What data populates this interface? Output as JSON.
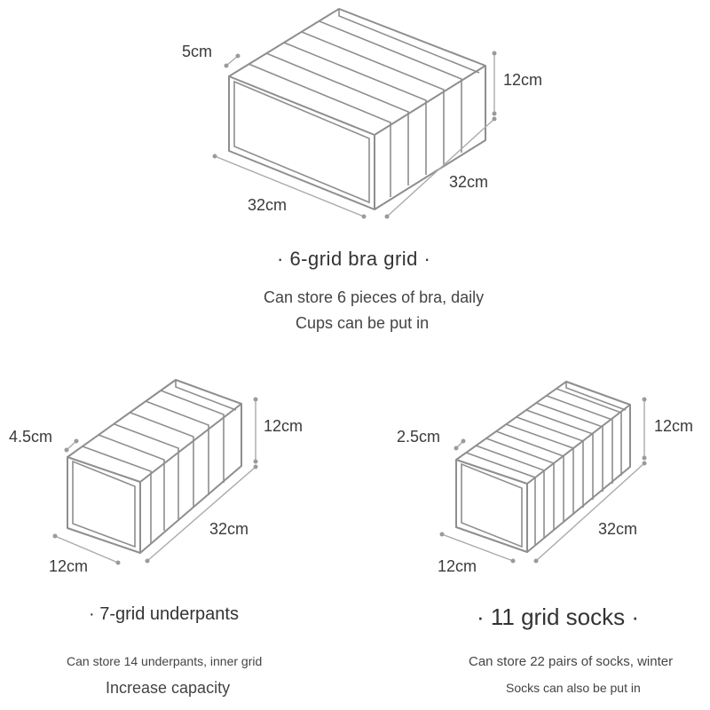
{
  "top": {
    "dim_divider": "5cm",
    "dim_height": "12cm",
    "dim_depth": "32cm",
    "dim_width": "32cm",
    "title": "· 6-grid bra grid ·",
    "desc_line1": "Can store 6 pieces of bra, daily",
    "desc_line2": "Cups can be put in"
  },
  "left": {
    "dim_divider": "4.5cm",
    "dim_height": "12cm",
    "dim_length": "32cm",
    "dim_width": "12cm",
    "title": "· 7-grid underpants",
    "desc_line1": "Can store 14 underpants, inner grid",
    "desc_line2": "Increase capacity"
  },
  "right": {
    "dim_divider": "2.5cm",
    "dim_height": "12cm",
    "dim_length": "32cm",
    "dim_width": "12cm",
    "title": "· 11 grid socks ·",
    "desc_line1": "Can store 22 pairs of socks, winter",
    "desc_line2": "Socks can also be put in"
  },
  "colors": {
    "outline": "#8e8e8e",
    "text": "#333333",
    "background": "#ffffff"
  }
}
